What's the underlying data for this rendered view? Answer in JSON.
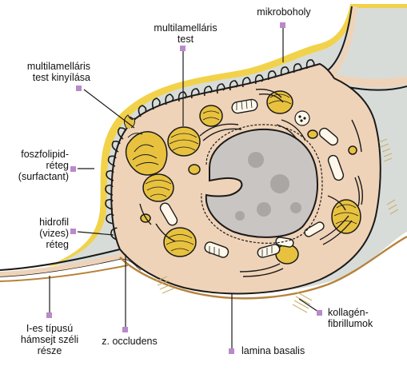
{
  "labels": {
    "mikroboholy": "mikroboholy",
    "multilamellaris_test": "multilamelláris\ntest",
    "multilamellaris_kinyilasa": "multilamelláris\ntest kinyílása",
    "foszfolipid": "foszfolipid-\nréteg\n(surfactant)",
    "hidrofil": "hidrofil\n(vizes)\nréteg",
    "i_es_tipusu": "I-es típusú\nhámsejt széli\nrésze",
    "z_occludens": "z. occludens",
    "lamina_basalis": "lamina basalis",
    "kollagen": "kollagén-\nfibrillumok"
  },
  "colors": {
    "surfactant": "#f2d24a",
    "hydrophilic": "#d8dcd8",
    "cytoplasm": "#efd3b8",
    "nucleus": "#c9c5c2",
    "granule": "#e8c23f",
    "marker": "#b98ac9",
    "outline": "#1a1a1a",
    "lamina": "#b7823a"
  }
}
